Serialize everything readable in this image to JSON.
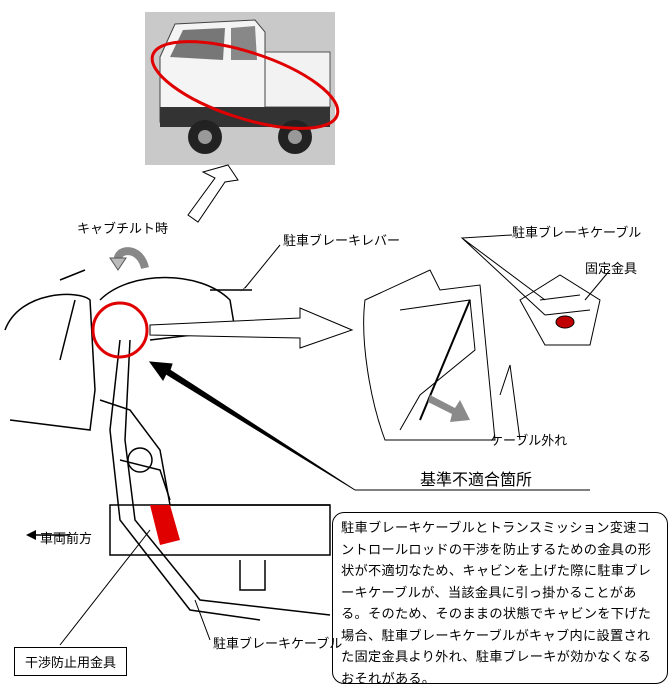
{
  "labels": {
    "cab_tilt": "キャブチルト時",
    "brake_lever": "駐車ブレーキレバー",
    "brake_cable_top": "駐車ブレーキケーブル",
    "fixing_bracket": "固定金具",
    "cable_off": "ケーブル外れ",
    "nonconforming": "基準不適合箇所",
    "vehicle_front": "車両前方",
    "interference_bracket": "干渉防止用金具",
    "brake_cable_bottom": "駐車ブレーキケーブル"
  },
  "description": "駐車ブレーキケーブルとトランスミッション変速コントロールロッドの干渉を防止するための金具の形状が不適切なため、キャビンを上げた際に駐車ブレーキケーブルが、当該金具に引っ掛かることがある。そのため、そのままの状態でキャビンを下げた場合、駐車ブレーキケーブルがキャブ内に設置された固定金具より外れ、駐車ブレーキが効かなくなるおそれがある。",
  "colors": {
    "highlight": "#e00000",
    "photo_bg": "#c9c9c9",
    "arrow_gray": "#909090"
  }
}
